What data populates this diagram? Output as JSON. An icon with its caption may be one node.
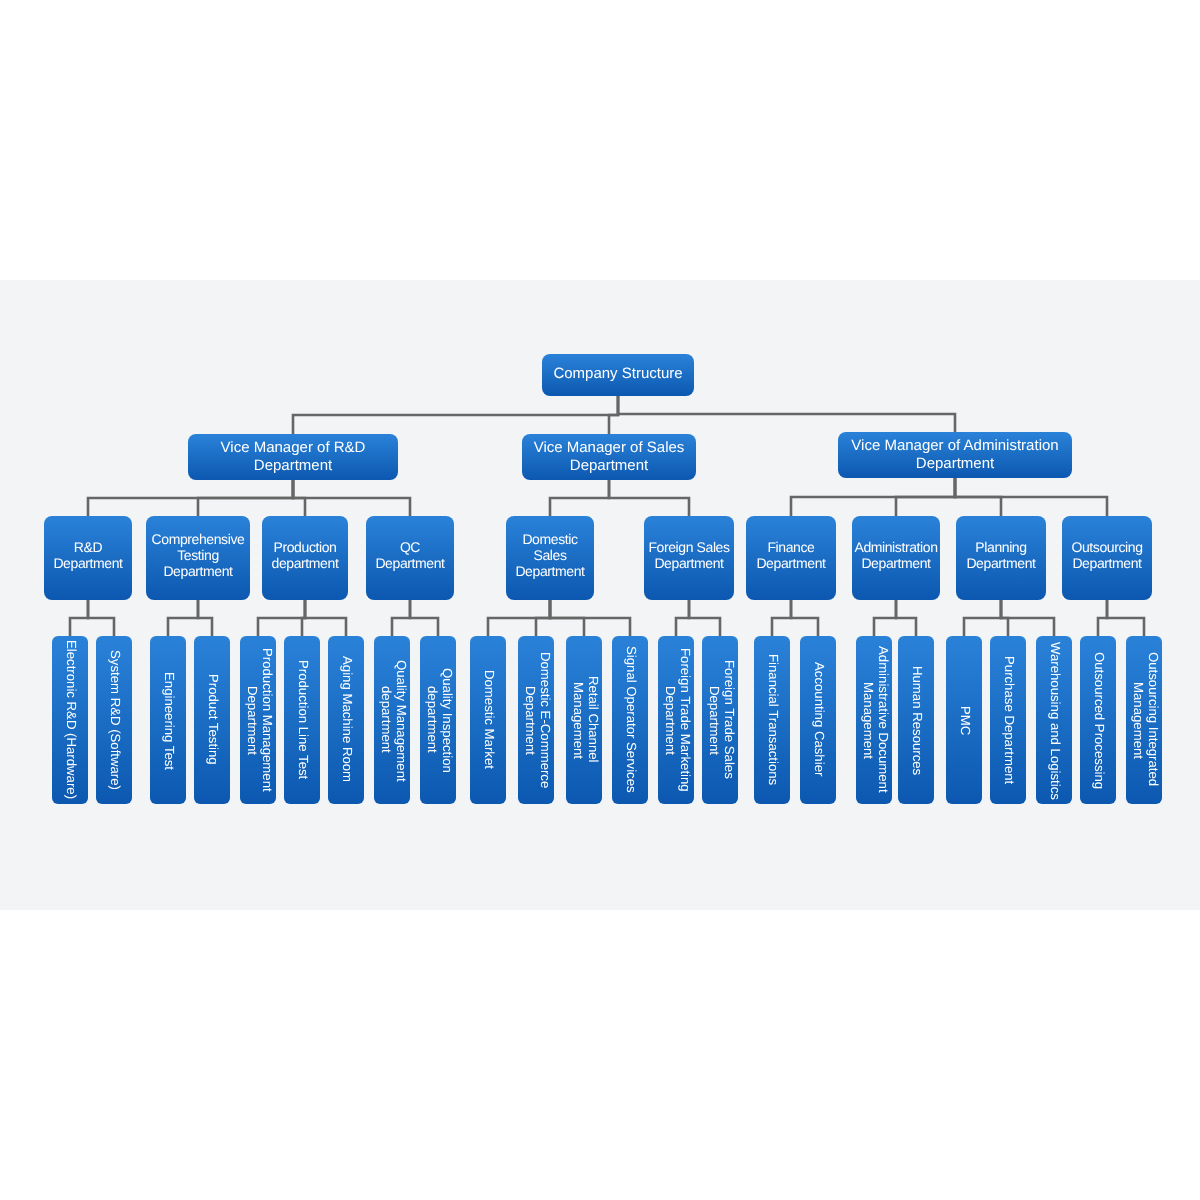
{
  "diagram": {
    "nodes": [
      {
        "text": [
          "Company Structure"
        ]
      },
      {
        "text": [
          "Vice Manager of R&D Department"
        ]
      },
      {
        "text": [
          "Vice Manager of Sales Department"
        ]
      },
      {
        "text": [
          "Vice Manager of Administration Department"
        ]
      },
      {
        "text": [
          "R&D Department"
        ]
      },
      {
        "text": [
          "Comprehensive Testing Department"
        ]
      },
      {
        "text": [
          "Production department"
        ]
      },
      {
        "text": [
          "QC Department"
        ]
      },
      {
        "text": [
          "Domestic Sales Department"
        ]
      },
      {
        "text": [
          "Foreign Sales Department"
        ]
      },
      {
        "text": [
          "Finance Department"
        ]
      },
      {
        "text": [
          "Administration Department"
        ]
      },
      {
        "text": [
          "Planning Department"
        ]
      },
      {
        "text": [
          "Outsourcing Department"
        ]
      },
      {
        "text": [
          "Electronic R&D (Hardware)"
        ]
      },
      {
        "text": [
          "System R&D (Software)"
        ]
      },
      {
        "text": [
          "Engineering Test"
        ]
      },
      {
        "text": [
          "Product Testing"
        ]
      },
      {
        "text": [
          "Production Management Department"
        ]
      },
      {
        "text": [
          "Production Line Test"
        ]
      },
      {
        "text": [
          "Aging Machine Room"
        ]
      },
      {
        "text": [
          "Quality Management department"
        ]
      },
      {
        "text": [
          "Quality Inspection department"
        ]
      },
      {
        "text": [
          "Domestic Market"
        ]
      },
      {
        "text": [
          "Domestic E-Commerce Department"
        ]
      },
      {
        "text": [
          "Retail Channel Management"
        ]
      },
      {
        "text": [
          "Signal Operator Services"
        ]
      },
      {
        "text": [
          "Foreign Trade Marketing Department"
        ]
      },
      {
        "text": [
          "Foreign Trade Sales Department"
        ]
      },
      {
        "text": [
          "Financial Transactions"
        ]
      },
      {
        "text": [
          "Accounting Cashier"
        ]
      },
      {
        "text": [
          "Administrative Document Management"
        ]
      },
      {
        "text": [
          "Human Resources"
        ]
      },
      {
        "text": [
          "PMC"
        ]
      },
      {
        "text": [
          "Purchase Department"
        ]
      },
      {
        "text": [
          "Warehousing and Logistics"
        ]
      },
      {
        "text": [
          "Outsourced Processing"
        ]
      },
      {
        "text": [
          "Outsourcing Integrated Management"
        ]
      }
    ],
    "edges": [
      {
        "from": 0,
        "to": 1,
        "arrow": "none"
      },
      {
        "from": 0,
        "to": 2,
        "arrow": "none"
      },
      {
        "from": 0,
        "to": 3,
        "arrow": "none"
      },
      {
        "from": 1,
        "to": 4,
        "arrow": "none"
      },
      {
        "from": 1,
        "to": 5,
        "arrow": "none"
      },
      {
        "from": 1,
        "to": 6,
        "arrow": "none"
      },
      {
        "from": 1,
        "to": 7,
        "arrow": "none"
      },
      {
        "from": 2,
        "to": 8,
        "arrow": "none"
      },
      {
        "from": 2,
        "to": 9,
        "arrow": "none"
      },
      {
        "from": 3,
        "to": 10,
        "arrow": "none"
      },
      {
        "from": 3,
        "to": 11,
        "arrow": "none"
      },
      {
        "from": 3,
        "to": 12,
        "arrow": "none"
      },
      {
        "from": 3,
        "to": 13,
        "arrow": "none"
      },
      {
        "from": 4,
        "to": 14,
        "arrow": "none"
      },
      {
        "from": 4,
        "to": 15,
        "arrow": "none"
      },
      {
        "from": 5,
        "to": 16,
        "arrow": "none"
      },
      {
        "from": 5,
        "to": 17,
        "arrow": "none"
      },
      {
        "from": 6,
        "to": 18,
        "arrow": "none"
      },
      {
        "from": 6,
        "to": 19,
        "arrow": "none"
      },
      {
        "from": 6,
        "to": 20,
        "arrow": "none"
      },
      {
        "from": 7,
        "to": 21,
        "arrow": "none"
      },
      {
        "from": 7,
        "to": 22,
        "arrow": "none"
      },
      {
        "from": 8,
        "to": 23,
        "arrow": "none"
      },
      {
        "from": 8,
        "to": 24,
        "arrow": "none"
      },
      {
        "from": 8,
        "to": 25,
        "arrow": "none"
      },
      {
        "from": 8,
        "to": 26,
        "arrow": "none"
      },
      {
        "from": 9,
        "to": 27,
        "arrow": "none"
      },
      {
        "from": 9,
        "to": 28,
        "arrow": "none"
      },
      {
        "from": 10,
        "to": 29,
        "arrow": "none"
      },
      {
        "from": 10,
        "to": 30,
        "arrow": "none"
      },
      {
        "from": 11,
        "to": 31,
        "arrow": "none"
      },
      {
        "from": 11,
        "to": 32,
        "arrow": "none"
      },
      {
        "from": 12,
        "to": 33,
        "arrow": "none"
      },
      {
        "from": 12,
        "to": 34,
        "arrow": "none"
      },
      {
        "from": 12,
        "to": 35,
        "arrow": "none"
      },
      {
        "from": 13,
        "to": 36,
        "arrow": "none"
      },
      {
        "from": 13,
        "to": 37,
        "arrow": "none"
      }
    ]
  }
}
